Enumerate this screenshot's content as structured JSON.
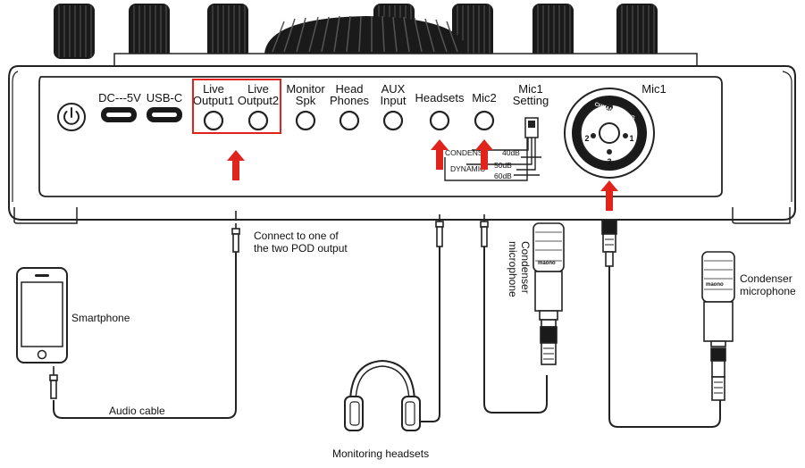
{
  "panel": {
    "ports": {
      "dc": "DC---5V",
      "usbc": "USB-C",
      "live1_line1": "Live",
      "live1_line2": "Output1",
      "live2_line1": "Live",
      "live2_line2": "Output2",
      "monitor_line1": "Monitor",
      "monitor_line2": "Spk",
      "head_line1": "Head",
      "head_line2": "Phones",
      "aux_line1": "AUX",
      "aux_line2": "Input",
      "headsets": "Headsets",
      "mic2": "Mic2",
      "mic1set_line1": "Mic1",
      "mic1set_line2": "Setting",
      "mic1": "Mic1"
    },
    "switch": {
      "condens": "CONDENS",
      "dynamic": "DYNAMIC",
      "db40": "40dB",
      "db50": "50dB",
      "db60": "60dB"
    },
    "xlr_pins": {
      "p1": "1",
      "p2": "2",
      "p3": "3"
    },
    "jack_brand": "CHUANGSHENG"
  },
  "devices": {
    "connect_line1": "Connect to one of",
    "connect_line2": "the two POD output",
    "smartphone": "Smartphone",
    "audio_cable": "Audio cable",
    "monitoring_headsets": "Monitoring headsets",
    "condenser_vert_line1": "Condenser",
    "condenser_vert_line2": "microphone",
    "condenser_right_line1": "Condenser",
    "condenser_right_line2": "microphone",
    "mic_brand": "maono"
  },
  "colors": {
    "accent_red": "#e0241b",
    "outline": "#222222"
  }
}
